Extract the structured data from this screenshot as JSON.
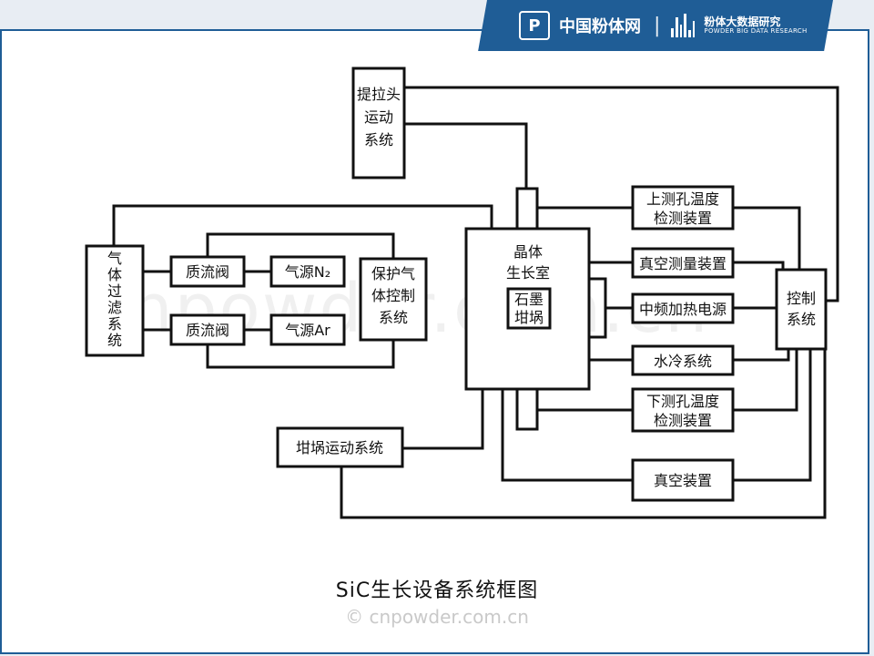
{
  "header": {
    "brand_mark": "P",
    "brand_name": "中国粉体网",
    "separator": "|",
    "research_name": "粉体大数据研究",
    "research_en": "POWDER BIG DATA RESEARCH"
  },
  "diagram": {
    "nodes": {
      "lift_head": [
        "提拉头",
        "运动",
        "系统"
      ],
      "gas_filter": [
        "气",
        "体",
        "过",
        "滤",
        "系",
        "统"
      ],
      "mfc_n2": [
        "质流阀"
      ],
      "mfc_ar": [
        "质流阀"
      ],
      "source_n2": [
        "气源N₂"
      ],
      "source_ar": [
        "气源Ar"
      ],
      "protect_gas": [
        "保护气",
        "体控制",
        "系统"
      ],
      "crystal_chamber": [
        "晶体",
        "生长室"
      ],
      "graphite": [
        "石墨",
        "坩埚"
      ],
      "upper_temp": [
        "上测孔温度",
        "检测装置"
      ],
      "vacuum_measure": [
        "真空测量装置"
      ],
      "mf_power": [
        "中频加热电源"
      ],
      "water_cool": [
        "水冷系统"
      ],
      "lower_temp": [
        "下测孔温度",
        "检测装置"
      ],
      "vacuum_device": [
        "真空装置"
      ],
      "crucible_motion": [
        "坩埚运动系统"
      ],
      "control": [
        "控制",
        "系统"
      ]
    }
  },
  "caption": "SiC生长设备系统框图",
  "watermark": "© cnpowder.com.cn",
  "image_watermark": "cnpowder.com.cn"
}
